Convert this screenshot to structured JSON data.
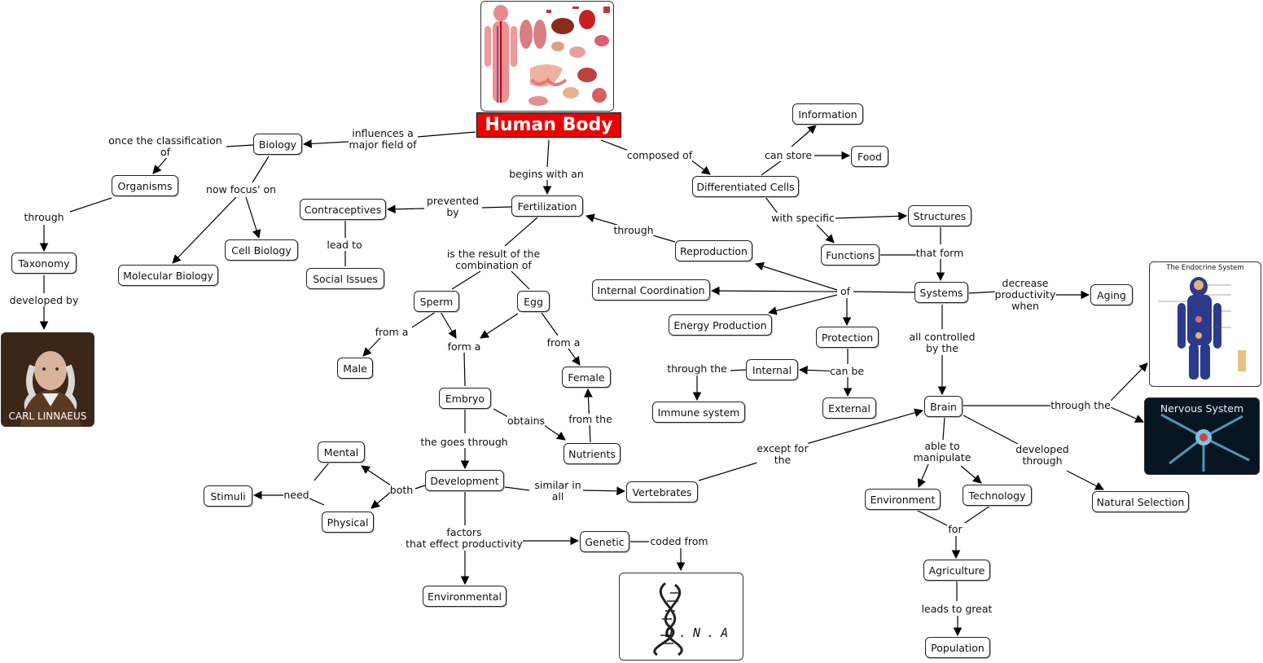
{
  "title": "Human Body",
  "images": {
    "linnaeus_caption": "CARL LINNAEUS",
    "endocrine_caption": "The Endocrine System",
    "nervous_caption": "Nervous System",
    "dna_caption": "D.N.A"
  },
  "nodes": [
    {
      "id": "biology",
      "text": "Biology"
    },
    {
      "id": "organisms",
      "text": "Organisms"
    },
    {
      "id": "taxonomy",
      "text": "Taxonomy"
    },
    {
      "id": "molecular",
      "text": "Molecular Biology"
    },
    {
      "id": "cellbio",
      "text": "Cell Biology"
    },
    {
      "id": "contraceptives",
      "text": "Contraceptives"
    },
    {
      "id": "social",
      "text": "Social Issues"
    },
    {
      "id": "fertilization",
      "text": "Fertilization"
    },
    {
      "id": "sperm",
      "text": "Sperm"
    },
    {
      "id": "egg",
      "text": "Egg"
    },
    {
      "id": "male",
      "text": "Male"
    },
    {
      "id": "female",
      "text": "Female"
    },
    {
      "id": "embryo",
      "text": "Embryo"
    },
    {
      "id": "nutrients",
      "text": "Nutrients"
    },
    {
      "id": "mental",
      "text": "Mental"
    },
    {
      "id": "stimuli",
      "text": "Stimuli"
    },
    {
      "id": "physical",
      "text": "Physical"
    },
    {
      "id": "development",
      "text": "Development"
    },
    {
      "id": "environmental",
      "text": "Environmental"
    },
    {
      "id": "genetic",
      "text": "Genetic"
    },
    {
      "id": "vertebrates",
      "text": "Vertebrates"
    },
    {
      "id": "diffcells",
      "text": "Differentiated Cells"
    },
    {
      "id": "information",
      "text": "Information"
    },
    {
      "id": "food",
      "text": "Food"
    },
    {
      "id": "structures",
      "text": "Structures"
    },
    {
      "id": "functions",
      "text": "Functions"
    },
    {
      "id": "reproduction",
      "text": "Reproduction"
    },
    {
      "id": "internalcoord",
      "text": "Internal Coordination"
    },
    {
      "id": "energy",
      "text": "Energy Production"
    },
    {
      "id": "protection",
      "text": "Protection"
    },
    {
      "id": "internal",
      "text": "Internal"
    },
    {
      "id": "external",
      "text": "External"
    },
    {
      "id": "immune",
      "text": "Immune system"
    },
    {
      "id": "systems",
      "text": "Systems"
    },
    {
      "id": "aging",
      "text": "Aging"
    },
    {
      "id": "brain",
      "text": "Brain"
    },
    {
      "id": "environment",
      "text": "Environment"
    },
    {
      "id": "technology",
      "text": "Technology"
    },
    {
      "id": "agriculture",
      "text": "Agriculture"
    },
    {
      "id": "population",
      "text": "Population"
    },
    {
      "id": "natsel",
      "text": "Natural Selection"
    }
  ],
  "links": [
    {
      "id": "l_influences",
      "text": "influences a\nmajor field of"
    },
    {
      "id": "l_once",
      "text": "once the classification\nof"
    },
    {
      "id": "l_through1",
      "text": "through"
    },
    {
      "id": "l_developed",
      "text": "developed by"
    },
    {
      "id": "l_nowfocus",
      "text": "now focus' on"
    },
    {
      "id": "l_begins",
      "text": "begins with an"
    },
    {
      "id": "l_prevented",
      "text": "prevented\nby"
    },
    {
      "id": "l_leadto",
      "text": "lead to"
    },
    {
      "id": "l_result",
      "text": "is the result of the\ncombination of"
    },
    {
      "id": "l_froma1",
      "text": "from a"
    },
    {
      "id": "l_forma",
      "text": "form a"
    },
    {
      "id": "l_froma2",
      "text": "from a"
    },
    {
      "id": "l_fromthe",
      "text": "from the"
    },
    {
      "id": "l_obtains",
      "text": "obtains"
    },
    {
      "id": "l_goes",
      "text": "the goes through"
    },
    {
      "id": "l_both",
      "text": "both"
    },
    {
      "id": "l_need",
      "text": "need"
    },
    {
      "id": "l_similar",
      "text": "similar in\nall"
    },
    {
      "id": "l_factors",
      "text": "factors\nthat effect productivity"
    },
    {
      "id": "l_coded",
      "text": "coded from"
    },
    {
      "id": "l_composed",
      "text": "composed of"
    },
    {
      "id": "l_canstore",
      "text": "can store"
    },
    {
      "id": "l_withspecific",
      "text": "with specific"
    },
    {
      "id": "l_thatform",
      "text": "that form"
    },
    {
      "id": "l_through2",
      "text": "through"
    },
    {
      "id": "l_of",
      "text": "of"
    },
    {
      "id": "l_canbe",
      "text": "can be"
    },
    {
      "id": "l_throughthe1",
      "text": "through the"
    },
    {
      "id": "l_decrease",
      "text": "decrease\nproductivity\nwhen"
    },
    {
      "id": "l_controlled",
      "text": "all controlled\nby the"
    },
    {
      "id": "l_except",
      "text": "except for\nthe"
    },
    {
      "id": "l_throughthe2",
      "text": "through the"
    },
    {
      "id": "l_able",
      "text": "able to\nmanipulate"
    },
    {
      "id": "l_devthrough",
      "text": "developed\nthrough"
    },
    {
      "id": "l_for",
      "text": "for"
    },
    {
      "id": "l_leadsto",
      "text": "leads to great"
    }
  ]
}
